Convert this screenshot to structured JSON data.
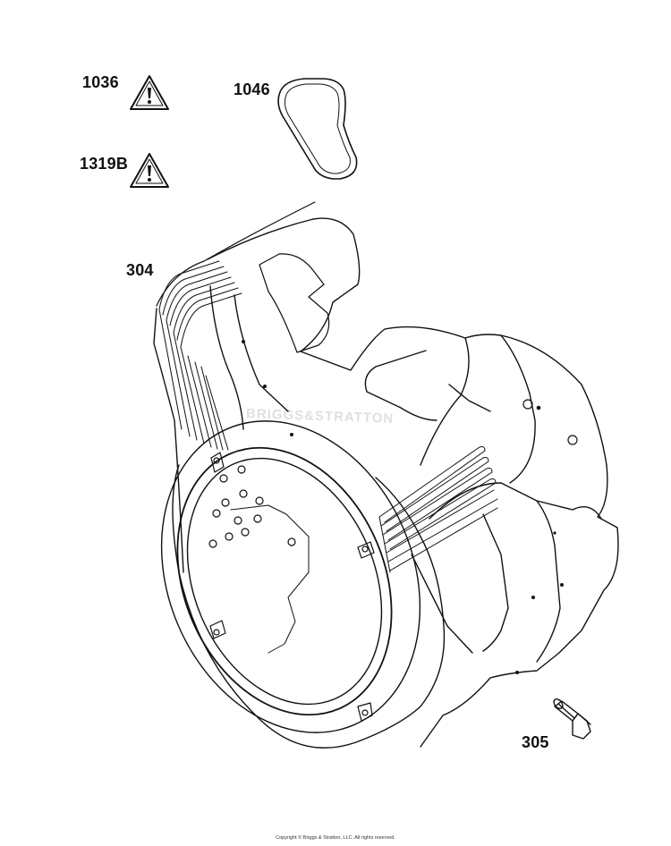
{
  "labels": {
    "p1036": "1036",
    "p1046": "1046",
    "p1319b": "1319B",
    "p304": "304",
    "p305": "305"
  },
  "watermark": "BRIGGS&STRATTON",
  "copyright": "Copyright © Briggs & Stratton, LLC. All rights reserved.",
  "colors": {
    "line": "#111111",
    "background": "#ffffff"
  },
  "icons": {
    "warning": "warning-triangle-icon"
  }
}
